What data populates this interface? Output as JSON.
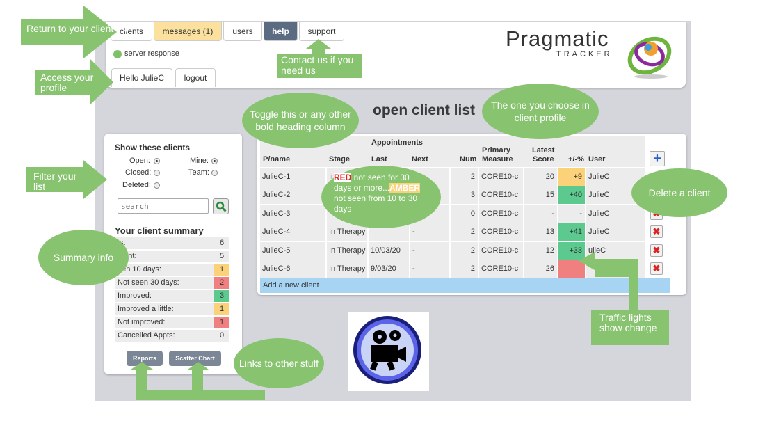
{
  "nav": {
    "tabs": [
      "clients",
      "messages (1)",
      "users",
      "help",
      "support"
    ]
  },
  "server": {
    "label": "server response"
  },
  "profile": {
    "hello": "Hello JulieC",
    "logout": "logout"
  },
  "logo": {
    "title": "Pragmatic",
    "subtitle": "TRACKER"
  },
  "page": {
    "title": "open client list"
  },
  "filters": {
    "heading": "Show these clients",
    "open": "Open:",
    "mine": "Mine:",
    "closed": "Closed:",
    "team": "Team:",
    "deleted": "Deleted:",
    "search_placeholder": "search"
  },
  "summary": {
    "heading": "Your client summary",
    "rows": [
      {
        "label": "ts:",
        "value": "6"
      },
      {
        "label": "ment:",
        "value": "5"
      },
      {
        "label": "een 10 days:",
        "value": "1"
      },
      {
        "label": "Not seen 30 days:",
        "value": "2"
      },
      {
        "label": "Improved:",
        "value": "3"
      },
      {
        "label": "Improved a little:",
        "value": "1"
      },
      {
        "label": "Not improved:",
        "value": "1"
      },
      {
        "label": "Cancelled Appts:",
        "value": "0"
      }
    ]
  },
  "panel_buttons": {
    "reports": "Reports",
    "scatter": "Scatter Chart"
  },
  "table": {
    "headers": {
      "pname": "P/name",
      "stage": "Stage",
      "appointments": "Appointments",
      "last": "Last",
      "next": "Next",
      "num": "Num",
      "primary1": "Primary",
      "primary2": "Measure",
      "latest1": "Latest",
      "latest2": "Score",
      "change": "+/-%",
      "user": "User"
    },
    "rows": [
      {
        "name": "JulieC-1",
        "stage": "In T",
        "last": "",
        "next": "",
        "num": "2",
        "measure": "CORE10-c",
        "score": "20",
        "change": "+9",
        "user": "JulieC"
      },
      {
        "name": "JulieC-2",
        "stage": "",
        "last": "",
        "next": "",
        "num": "3",
        "measure": "CORE10-c",
        "score": "15",
        "change": "+40",
        "user": "JulieC"
      },
      {
        "name": "JulieC-3",
        "stage": "",
        "last": "",
        "next": "",
        "num": "0",
        "measure": "CORE10-c",
        "score": "-",
        "change": "-",
        "user": "JulieC"
      },
      {
        "name": "JulieC-4",
        "stage": "In Therapy",
        "last": "",
        "next": "-",
        "num": "2",
        "measure": "CORE10-c",
        "score": "13",
        "change": "+41",
        "user": "JulieC"
      },
      {
        "name": "JulieC-5",
        "stage": "In Therapy",
        "last": "10/03/20",
        "next": "-",
        "num": "2",
        "measure": "CORE10-c",
        "score": "12",
        "change": "+33",
        "user": "ulieC"
      },
      {
        "name": "JulieC-6",
        "stage": "In Therapy",
        "last": "9/03/20",
        "next": "-",
        "num": "2",
        "measure": "CORE10-c",
        "score": "26",
        "change": "",
        "user": ""
      }
    ],
    "add": "Add a new client"
  },
  "callouts": {
    "return": "Return to your client list",
    "profile": "Access your profile",
    "filter": "Filter your list",
    "contact": "Contact us if you need us",
    "toggle": "Toggle this or any other bold heading column",
    "choose": "The one you choose in client profile",
    "red_word": "RED",
    "red_text": " not seen for 30 days or more...",
    "amber_word": "AMBER",
    "amber_text": " not seen from 10 to 30 days",
    "delete": "Delete a client",
    "summary": "Summary info",
    "links": "Links to other stuff",
    "traffic": "Traffic lights show change"
  },
  "colors": {
    "accent_green": "#88c470",
    "red": "#f08080",
    "amber": "#fbd17a",
    "green": "#5cc98e",
    "nav_help": "#5b6b82",
    "add_row": "#a8d4f4"
  }
}
